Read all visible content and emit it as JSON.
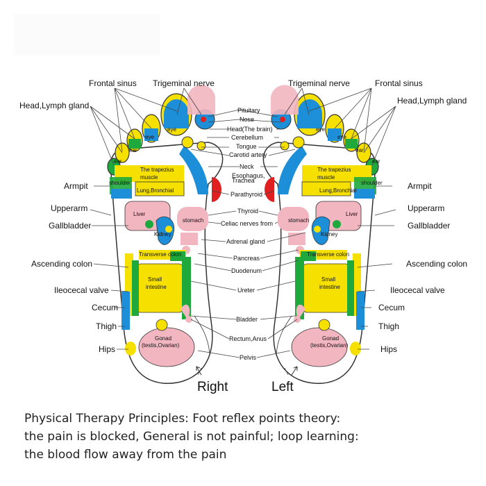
{
  "diagram": {
    "right_foot_label": "Right",
    "left_foot_label": "Left",
    "outer_labels": {
      "frontal_sinus": "Frontal sinus",
      "trigeminal_nerve": "Trigeminal nerve",
      "head_lymph": "Head,Lymph gland",
      "armpit": "Armpit",
      "upperarm": "Upperarm",
      "gallbladder": "Gallbladder",
      "ascending_colon": "Ascending colon",
      "ileocecal_valve": "Ileocecal valve",
      "cecum": "Cecum",
      "thigh": "Thigh",
      "hips": "Hips"
    },
    "center_labels": {
      "pituitary": "Pituitary",
      "nose": "Nose",
      "head_brain": "Head(The brain)",
      "cerebellum": "Cerebellum",
      "tongue": "Tongue",
      "carotid": "Carotid artery",
      "neck": "Neck",
      "esophagus": "Esophagus,",
      "trachea": "Trachea",
      "parathyroid": "Parathyroid",
      "thyroid": "Thyroid",
      "celiac": "Celiac nerves from",
      "adrenal": "Adrenal gland",
      "pancreas": "Pancreas",
      "duodenum": "Duodenum",
      "ureter": "Ureter",
      "bladder": "Bladder",
      "rectum": "Rectum,Anus",
      "pelvis": "Pelvis"
    },
    "foot_labels": {
      "eye": "eye",
      "ear": "ear",
      "trapezius_1": "The trapezius",
      "trapezius_2": "muscle",
      "shoulder": "shoulder",
      "lung": "Lung,Bronchial",
      "liver": "Liver",
      "stomach": "stomach",
      "kidney": "Kidney",
      "transverse": "Transverse colon",
      "small_1": "Small",
      "small_2": "intestine",
      "gonad_1": "Gonad",
      "gonad_2": "(testis,Ovarian)"
    },
    "colors": {
      "yellow": "#f5e000",
      "blue": "#1c8fd8",
      "green": "#1fa83c",
      "pink": "#f2b6c0",
      "red": "#e02020",
      "outline": "#333333"
    }
  },
  "caption": {
    "line1": "Physical Therapy Principles: Foot reflex points theory:",
    "line2": "the pain is blocked, General is not painful; loop learning:",
    "line3": "the blood flow away from the pain"
  }
}
